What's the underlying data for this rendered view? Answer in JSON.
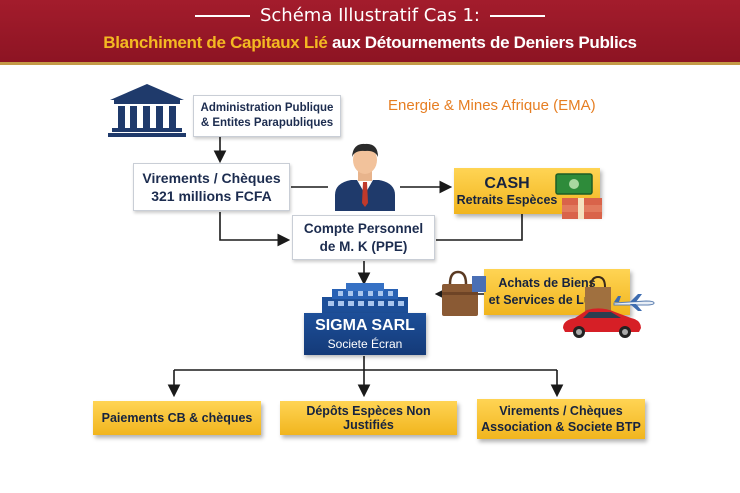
{
  "header": {
    "subtitle": "Schéma Illustratif Cas 1:",
    "title_highlight": "Blanchiment de Capitaux Lié",
    "title_rest": " aux Détournements de Deniers Publics"
  },
  "company_label": "Energie & Mines Afrique (EMA)",
  "nodes": {
    "administration": {
      "line1": "Administration Publique",
      "line2": "& Entites Parapubliques"
    },
    "virements": {
      "line1": "Virements / Chèques",
      "line2": "321 millions FCFA"
    },
    "compte": {
      "line1": "Compte Personnel",
      "line2": "de M. K (PPE)"
    },
    "cash": {
      "line1": "CASH",
      "line2": "Retraits Espèces"
    },
    "achats": {
      "line1": "Achats de Biens",
      "line2": "et Services de Luxe"
    },
    "sigma": {
      "line1": "SIGMA SARL",
      "line2": "Societe Écran"
    },
    "paiements": {
      "line1": "Paiements CB & chèques"
    },
    "depots": {
      "line1": "Dépôts Espèces Non Justifiés"
    },
    "virements_btp": {
      "line1": "Virements / Chèques",
      "line2": "Association & Societe BTP"
    }
  },
  "colors": {
    "header_red": "#9a1828",
    "highlight_yellow": "#f4b922",
    "navy_text": "#1c2c4f",
    "sigma_blue": "#1d4f99",
    "ema_orange": "#e67e22"
  },
  "icons": [
    "government-building-icon",
    "businessman-icon",
    "cash-money-icon",
    "shopping-bags-icon",
    "sports-car-icon",
    "airplane-icon",
    "office-building-icon"
  ]
}
